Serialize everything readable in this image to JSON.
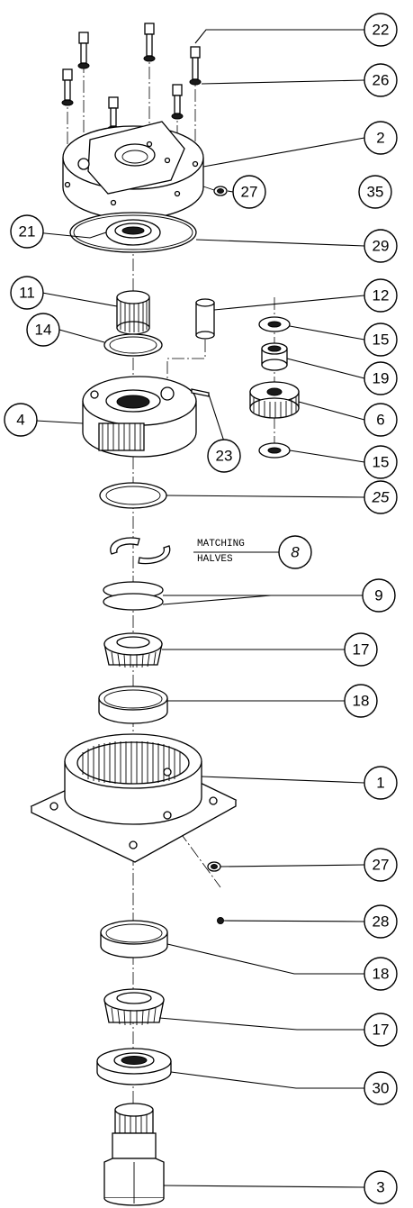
{
  "callouts": [
    {
      "id": "22",
      "label": "22",
      "italic": false
    },
    {
      "id": "26",
      "label": "26",
      "italic": false
    },
    {
      "id": "2",
      "label": "2",
      "italic": false
    },
    {
      "id": "27a",
      "label": "27",
      "italic": false
    },
    {
      "id": "35",
      "label": "35",
      "italic": false
    },
    {
      "id": "21",
      "label": "21",
      "italic": false
    },
    {
      "id": "29",
      "label": "29",
      "italic": false
    },
    {
      "id": "11",
      "label": "11",
      "italic": false
    },
    {
      "id": "12",
      "label": "12",
      "italic": false
    },
    {
      "id": "14",
      "label": "14",
      "italic": false
    },
    {
      "id": "15a",
      "label": "15",
      "italic": false
    },
    {
      "id": "19",
      "label": "19",
      "italic": false
    },
    {
      "id": "4",
      "label": "4",
      "italic": false
    },
    {
      "id": "6",
      "label": "6",
      "italic": false
    },
    {
      "id": "23",
      "label": "23",
      "italic": false
    },
    {
      "id": "15b",
      "label": "15",
      "italic": false
    },
    {
      "id": "25",
      "label": "25",
      "italic": true
    },
    {
      "id": "8",
      "label": "8",
      "italic": true
    },
    {
      "id": "9",
      "label": "9",
      "italic": false
    },
    {
      "id": "17a",
      "label": "17",
      "italic": false
    },
    {
      "id": "18a",
      "label": "18",
      "italic": false
    },
    {
      "id": "1",
      "label": "1",
      "italic": false
    },
    {
      "id": "27b",
      "label": "27",
      "italic": false
    },
    {
      "id": "28",
      "label": "28",
      "italic": false
    },
    {
      "id": "18b",
      "label": "18",
      "italic": false
    },
    {
      "id": "17b",
      "label": "17",
      "italic": false
    },
    {
      "id": "30",
      "label": "30",
      "italic": false
    },
    {
      "id": "3",
      "label": "3",
      "italic": false
    }
  ],
  "notes": {
    "matching_line1": "MATCHING",
    "matching_line2": "HALVES"
  }
}
